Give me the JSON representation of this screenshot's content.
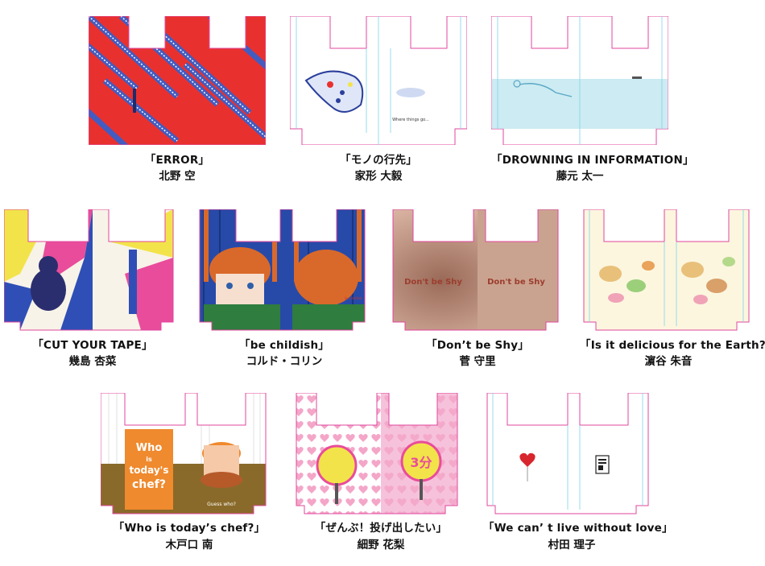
{
  "colors": {
    "outline": "#e0479e",
    "guide": "#7fd3e6",
    "error_red": "#e8312f",
    "error_blue": "#3a5fc9",
    "whale_blue": "#2b3f9b",
    "water": "#bfe6ef",
    "cut_yellow": "#f3e34a",
    "cut_pink": "#e94c9b",
    "cut_blue": "#2f4fb6",
    "childish_blue": "#274aa8",
    "childish_hair": "#d9692a",
    "childish_green": "#2f7d3f",
    "shy_skin": "#c79a86",
    "shy_text": "#9c3d2e",
    "food_bg": "#fcf6df",
    "chef_orange": "#ef8a2e",
    "chef_brown": "#8a6a2a",
    "heart_pink": "#f4a6c8",
    "lollipop_red": "#d8262e"
  },
  "works": [
    {
      "title": "「ERROR」",
      "author": "北野 空",
      "style": "error"
    },
    {
      "title": "「モノの行先」",
      "author": "家形 大毅",
      "style": "whale",
      "caption": "Where things go..."
    },
    {
      "title": "「DROWNING IN INFORMATION」",
      "author": "藤元 太一",
      "style": "drowning"
    },
    {
      "title": "「CUT YOUR TAPE」",
      "author": "幾島 杏菜",
      "style": "cut"
    },
    {
      "title": "「be childish」",
      "author": "コルド・コリン",
      "style": "childish",
      "caption": "be childish"
    },
    {
      "title": "「Don’t be Shy」",
      "author": "菅 守里",
      "style": "shy",
      "bag_text": "Don't be Shy"
    },
    {
      "title": "「Is it delicious for the Earth?」",
      "author": "濵谷 朱音",
      "style": "food"
    },
    {
      "title": "「Who is today’s chef?」",
      "author": "木戸口 南",
      "style": "chef",
      "bag_text_lines": [
        "Who",
        "is",
        "today's",
        "chef?"
      ],
      "caption": "Guess who?"
    },
    {
      "title": "「ぜんぶ！投げ出したい」",
      "author": "細野 花梨",
      "style": "hearts",
      "fan_text": "3分"
    },
    {
      "title": "「We can’ t live without love」",
      "author": "村田 理子",
      "style": "love"
    }
  ]
}
